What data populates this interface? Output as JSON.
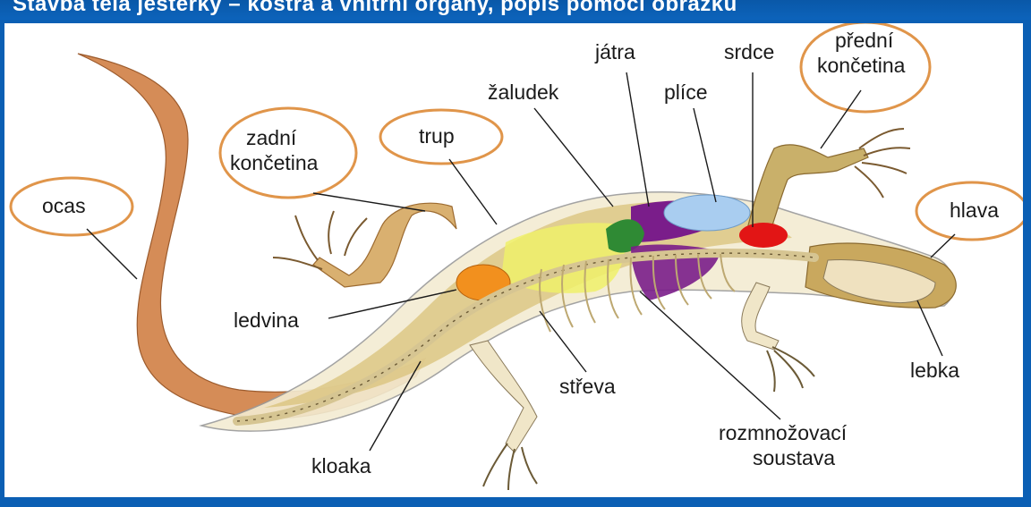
{
  "banner": {
    "text": "Stavba těla ještěrky – kostra a vnitřní orgány, popis pomocí obrázku",
    "color": "#0b5fb4"
  },
  "colors": {
    "highlight_ring": "#e0954a",
    "body_tan": "#d9c27a",
    "tail_orange": "#d58c57",
    "kidney": "#f2901e",
    "liver": "#7a1d8a",
    "stomach": "#2f8a34",
    "lungs": "#a9cdf0",
    "heart": "#e21515",
    "gut": "#eef06a",
    "repro": "#7a1d8a"
  },
  "labels": {
    "ocas": "ocas",
    "zadni1": "zadní",
    "zadni2": "končetina",
    "trup": "trup",
    "zaludek": "žaludek",
    "jatra": "játra",
    "plice": "plíce",
    "srdce": "srdce",
    "predni1": "přední",
    "predni2": "končetina",
    "hlava": "hlava",
    "ledvina": "ledvina",
    "streva": "střeva",
    "lebka": "lebka",
    "kloaka": "kloaka",
    "rozmno1": "rozmnožovací",
    "rozmno2": "soustava"
  }
}
